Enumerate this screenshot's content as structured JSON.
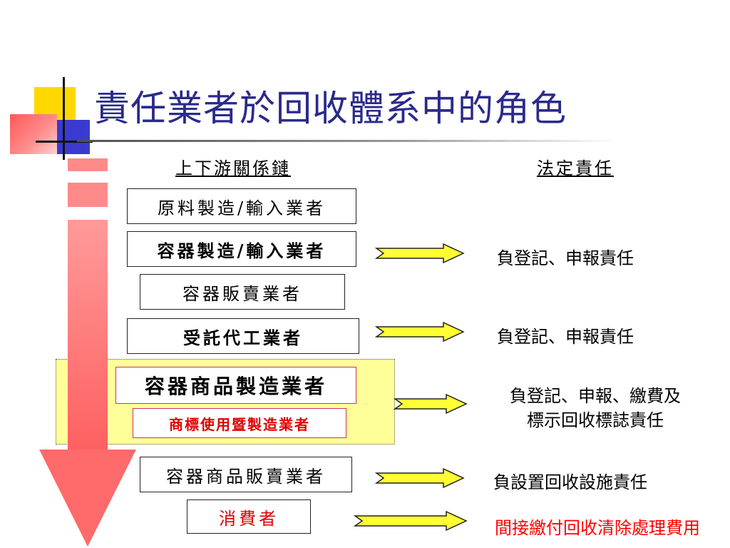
{
  "title": "責任業者於回收體系中的角色",
  "left_header": "上下游關係鏈",
  "right_header": "法定責任",
  "chain": [
    {
      "label": "原料製造/輸入業者"
    },
    {
      "label": "容器製造/輸入業者"
    },
    {
      "label": "容器販賣業者"
    },
    {
      "label": "受託代工業者"
    },
    {
      "label": "容器商品製造業者"
    },
    {
      "label": "商標使用暨製造業者"
    },
    {
      "label": "容器商品販賣業者"
    },
    {
      "label": "消費者"
    }
  ],
  "responsibilities": [
    {
      "text": "負登記、申報責任"
    },
    {
      "text": "負登記、申報責任"
    },
    {
      "line1": "負登記、申報、繳費及",
      "line2": "標示回收標誌責任"
    },
    {
      "text": "負設置回收設施責任"
    },
    {
      "text": "間接繳付回收清除處理費用"
    }
  ],
  "colors": {
    "title": "#2a2a8c",
    "arrow": "#ff6a6a",
    "highlight": "#ffff9a",
    "pointer": "#ffff33",
    "red_text": "#ff0000"
  }
}
